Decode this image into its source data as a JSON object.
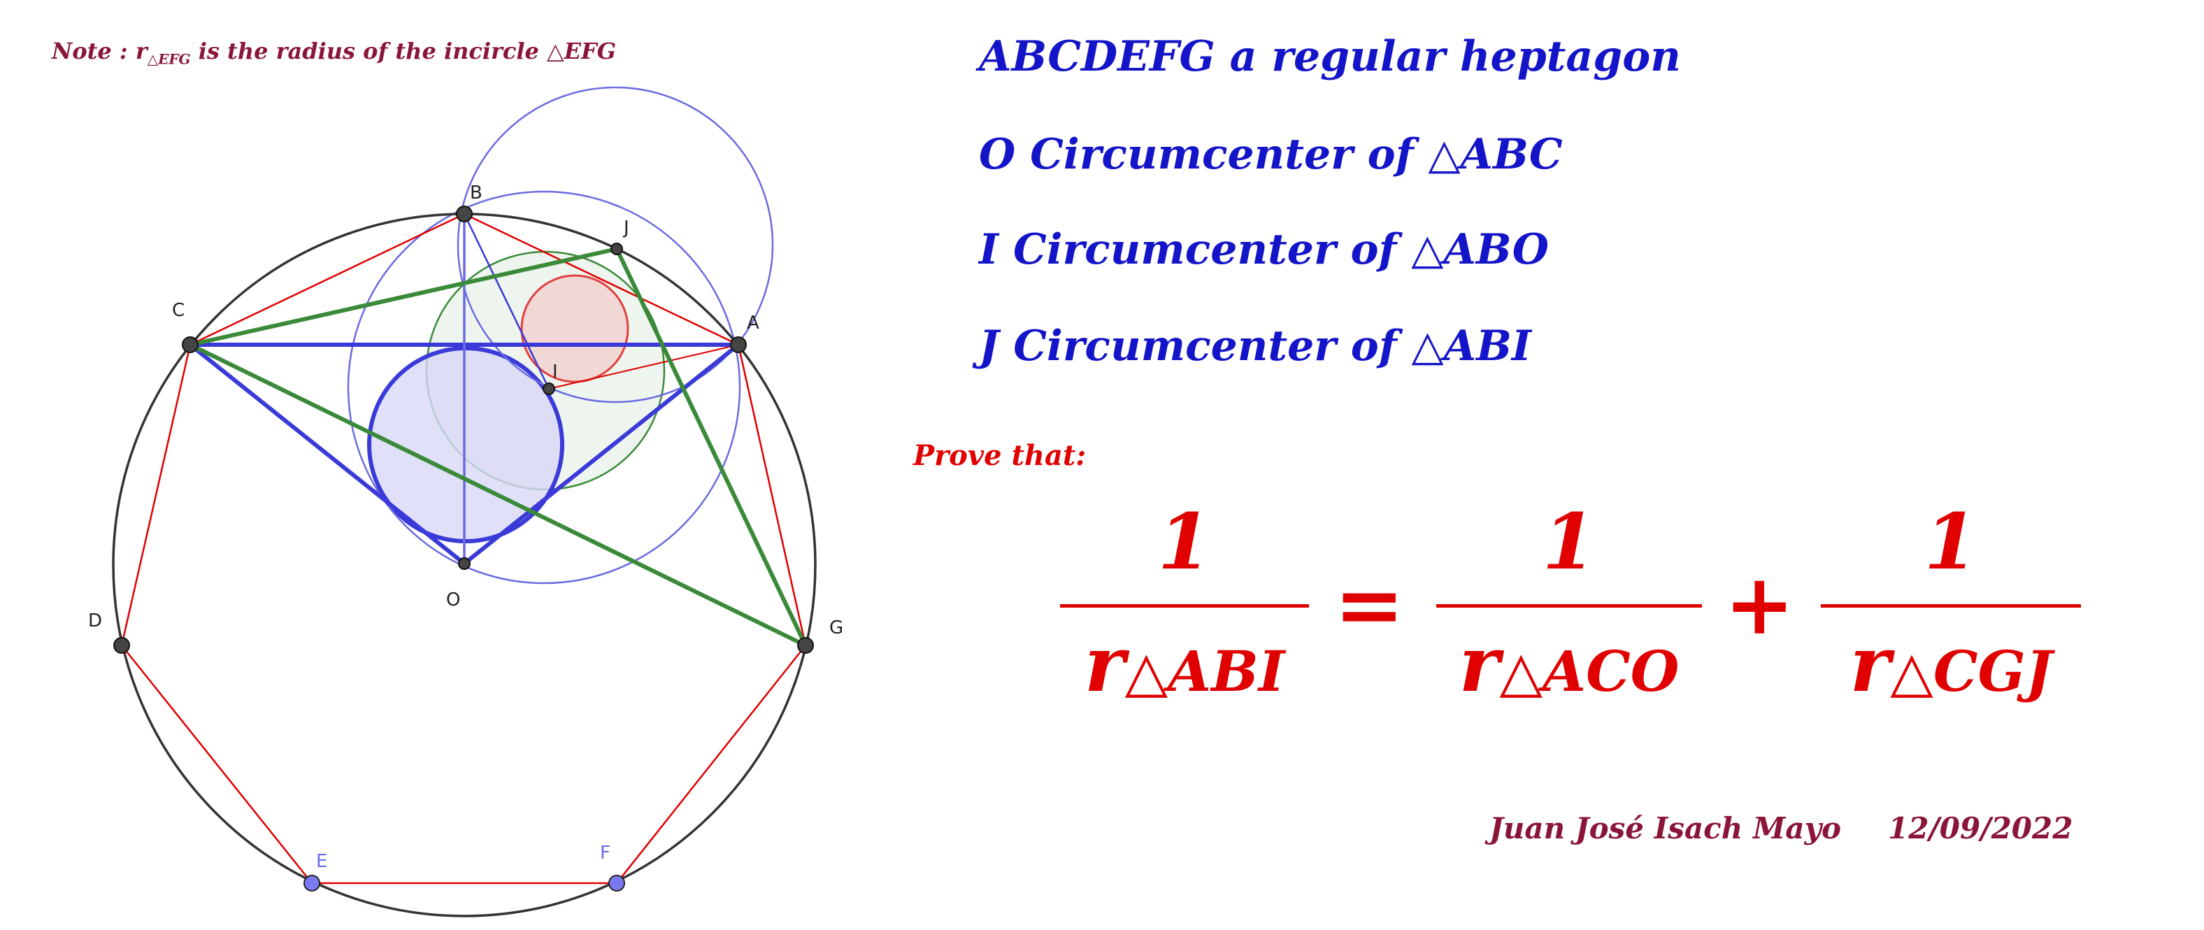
{
  "note": {
    "prefix": "Note : r",
    "subscript": "△EFG",
    "suffix": " is the radius of the incircle △EFG"
  },
  "statements": [
    "ABCDEFG a regular heptagon",
    "O  Circumcenter of △ABC",
    "I  Circumcenter of △ABO",
    "J  Circumcenter of △ABI"
  ],
  "prove_label": "Prove that:",
  "formula": {
    "fractions": [
      {
        "numerator": "1",
        "symbol": "r",
        "subscript": "△ABI"
      },
      {
        "numerator": "1",
        "symbol": "r",
        "subscript": "△ACO"
      },
      {
        "numerator": "1",
        "symbol": "r",
        "subscript": "△CGJ"
      }
    ],
    "equals": "=",
    "plus": "+"
  },
  "author": "Juan José Isach Mayo",
  "date": "12/09/2022",
  "points": {
    "A": "A",
    "B": "B",
    "C": "C",
    "D": "D",
    "E": "E",
    "F": "F",
    "G": "G",
    "I": "I",
    "J": "J",
    "O": "O"
  },
  "colors": {
    "heptagon_edges": "#e00000",
    "circumcircle": "#333333",
    "blue_lines": "#3a3ad8",
    "green_lines": "#3a8a3a",
    "thin_blue_circles": "#6b6be0",
    "incircle_fill": "#d8d8f8",
    "red_circle_fill": "#f2d8d4",
    "green_circle_fill": "#eef5ee",
    "statements_text": "#1414c8",
    "formula_text": "#e00000",
    "note_text": "#8a1538"
  }
}
